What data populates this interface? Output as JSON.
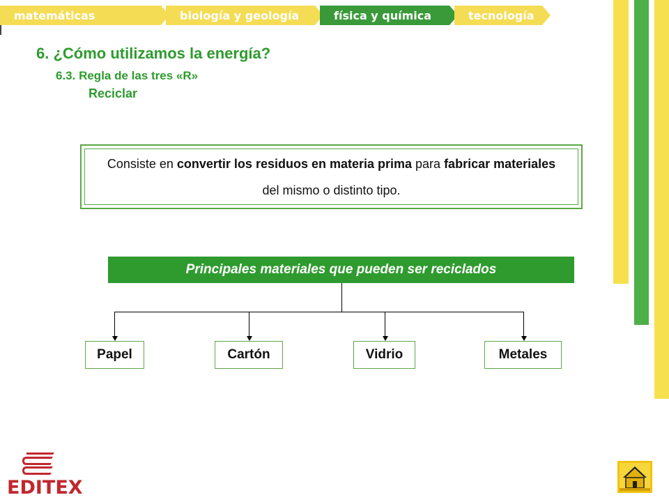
{
  "nav": {
    "tabs": [
      {
        "label": "matemáticas",
        "active": false
      },
      {
        "label": "biología y geología",
        "active": false
      },
      {
        "label": "física y química",
        "active": true
      },
      {
        "label": "tecnología",
        "active": false
      }
    ]
  },
  "headings": {
    "title": "6. ¿Cómo utilizamos la energía?",
    "section": "6.3. Regla de las tres «R»",
    "subsection": "Reciclar"
  },
  "definition": {
    "part1": "Consiste en ",
    "bold1": "convertir los residuos en materia prima",
    "part2": " para ",
    "bold2": "fabricar materiales",
    "part3": " del mismo o distinto tipo."
  },
  "diagram": {
    "banner": "Principales materiales que pueden ser reciclados",
    "materials": [
      "Papel",
      "Cartón",
      "Vidrio",
      "Metales"
    ]
  },
  "logo": {
    "text": "EDITEX"
  },
  "icons": {
    "home": "home-icon",
    "logo": "editex-logo-icon"
  },
  "colors": {
    "tab_inactive": "#f5dc55",
    "tab_active": "#3a9a3a",
    "heading_green": "#2e9b2e",
    "banner_green": "#2f9b2f",
    "border_green": "#5aa845",
    "bar_yellow": "#f7e04e",
    "bar_green": "#4caf48",
    "logo_red": "#c0282f",
    "home_yellow": "#f2c20f"
  }
}
